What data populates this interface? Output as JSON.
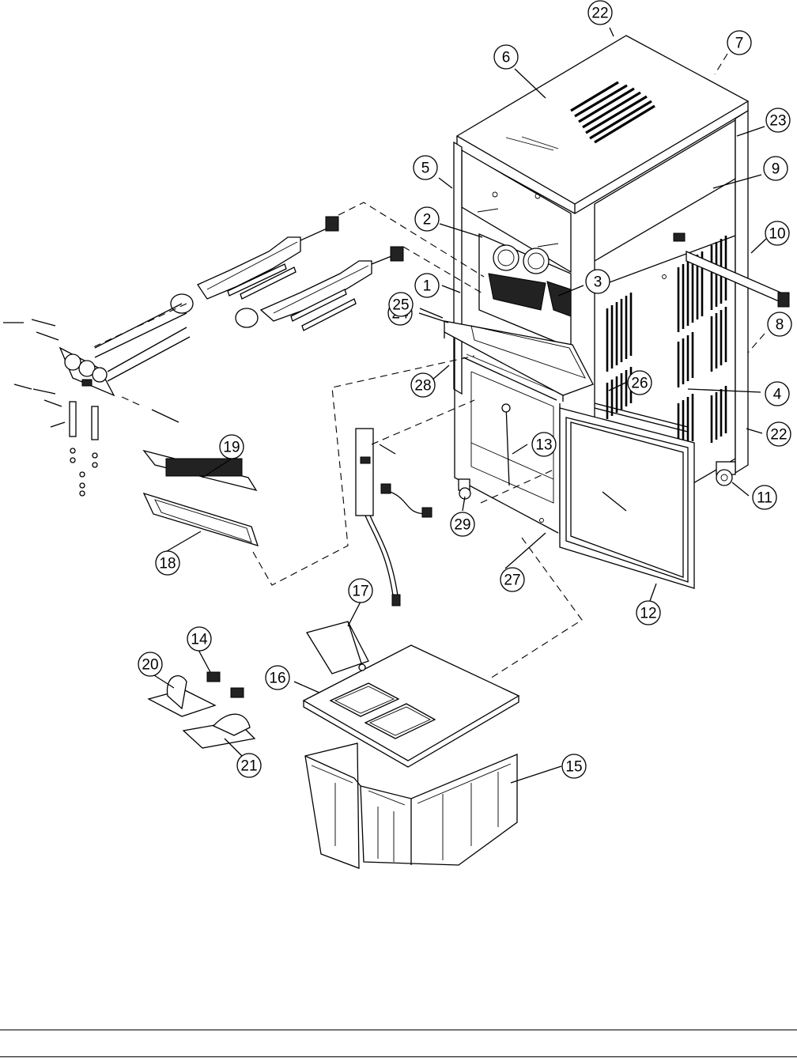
{
  "callouts": [
    {
      "num": "1"
    },
    {
      "num": "2"
    },
    {
      "num": "3"
    },
    {
      "num": "4"
    },
    {
      "num": "5"
    },
    {
      "num": "6"
    },
    {
      "num": "7"
    },
    {
      "num": "8"
    },
    {
      "num": "9"
    },
    {
      "num": "10"
    },
    {
      "num": "11"
    },
    {
      "num": "12"
    },
    {
      "num": "13"
    },
    {
      "num": "14"
    },
    {
      "num": "15"
    },
    {
      "num": "16"
    },
    {
      "num": "17"
    },
    {
      "num": "18"
    },
    {
      "num": "19"
    },
    {
      "num": "20"
    },
    {
      "num": "21"
    },
    {
      "num": "22"
    },
    {
      "num": "22"
    },
    {
      "num": "23"
    },
    {
      "num": "24"
    },
    {
      "num": "25"
    },
    {
      "num": "26"
    },
    {
      "num": "27"
    },
    {
      "num": "28"
    },
    {
      "num": "29"
    }
  ],
  "colors": {
    "ink": "#000000",
    "paper": "#ffffff"
  }
}
